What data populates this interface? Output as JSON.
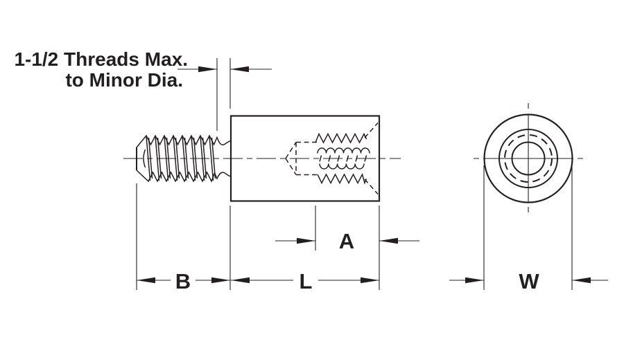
{
  "drawing_title": "Male-female threaded standoff engineering drawing",
  "note": {
    "line1": "1-1/2 Threads Max.",
    "line2": "to Minor Dia."
  },
  "dimensions": {
    "internal_thread_depth": "A",
    "external_thread_length": "B",
    "body_length": "L",
    "outer_diameter": "W"
  },
  "colors": {
    "ink": "#231f20",
    "background": "#ffffff"
  }
}
